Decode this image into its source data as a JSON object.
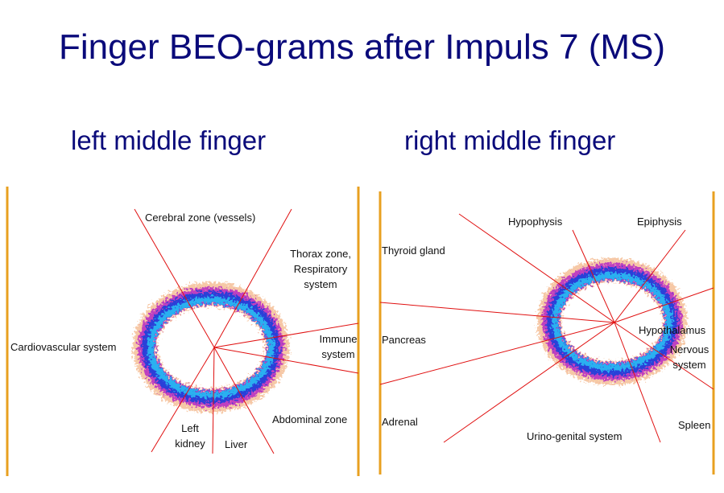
{
  "title": "Finger BEO-grams after Impuls 7 (MS)",
  "left": {
    "subtitle": "left middle finger",
    "labels": {
      "cerebral": "Cerebral zone (vessels)",
      "thorax_1": "Thorax zone,",
      "thorax_2": "Respiratory",
      "thorax_3": "system",
      "immune_1": "Immune",
      "immune_2": "system",
      "cardio": "Cardiovascular system",
      "abdominal": "Abdominal zone",
      "kidney_1": "Left",
      "kidney_2": "kidney",
      "liver": "Liver"
    }
  },
  "right": {
    "subtitle": "right middle finger",
    "labels": {
      "hypophysis": "Hypophysis",
      "epiphysis": "Epiphysis",
      "thyroid": "Thyroid gland",
      "hypothalamus": "Hypothalamus",
      "pancreas": "Pancreas",
      "nervous_1": "Nervous",
      "nervous_2": "system",
      "adrenal": "Adrenal",
      "spleen": "Spleen",
      "urino": "Urino-genital system"
    }
  },
  "colors": {
    "title": "#0a0a7a",
    "sector_lines": "#e01010",
    "frame": "#e8a020",
    "glow_outer": "#f0a070",
    "glow_mid": "#c040c0",
    "glow_inner": "#2b3fd8",
    "core": "#2ab0f0"
  }
}
